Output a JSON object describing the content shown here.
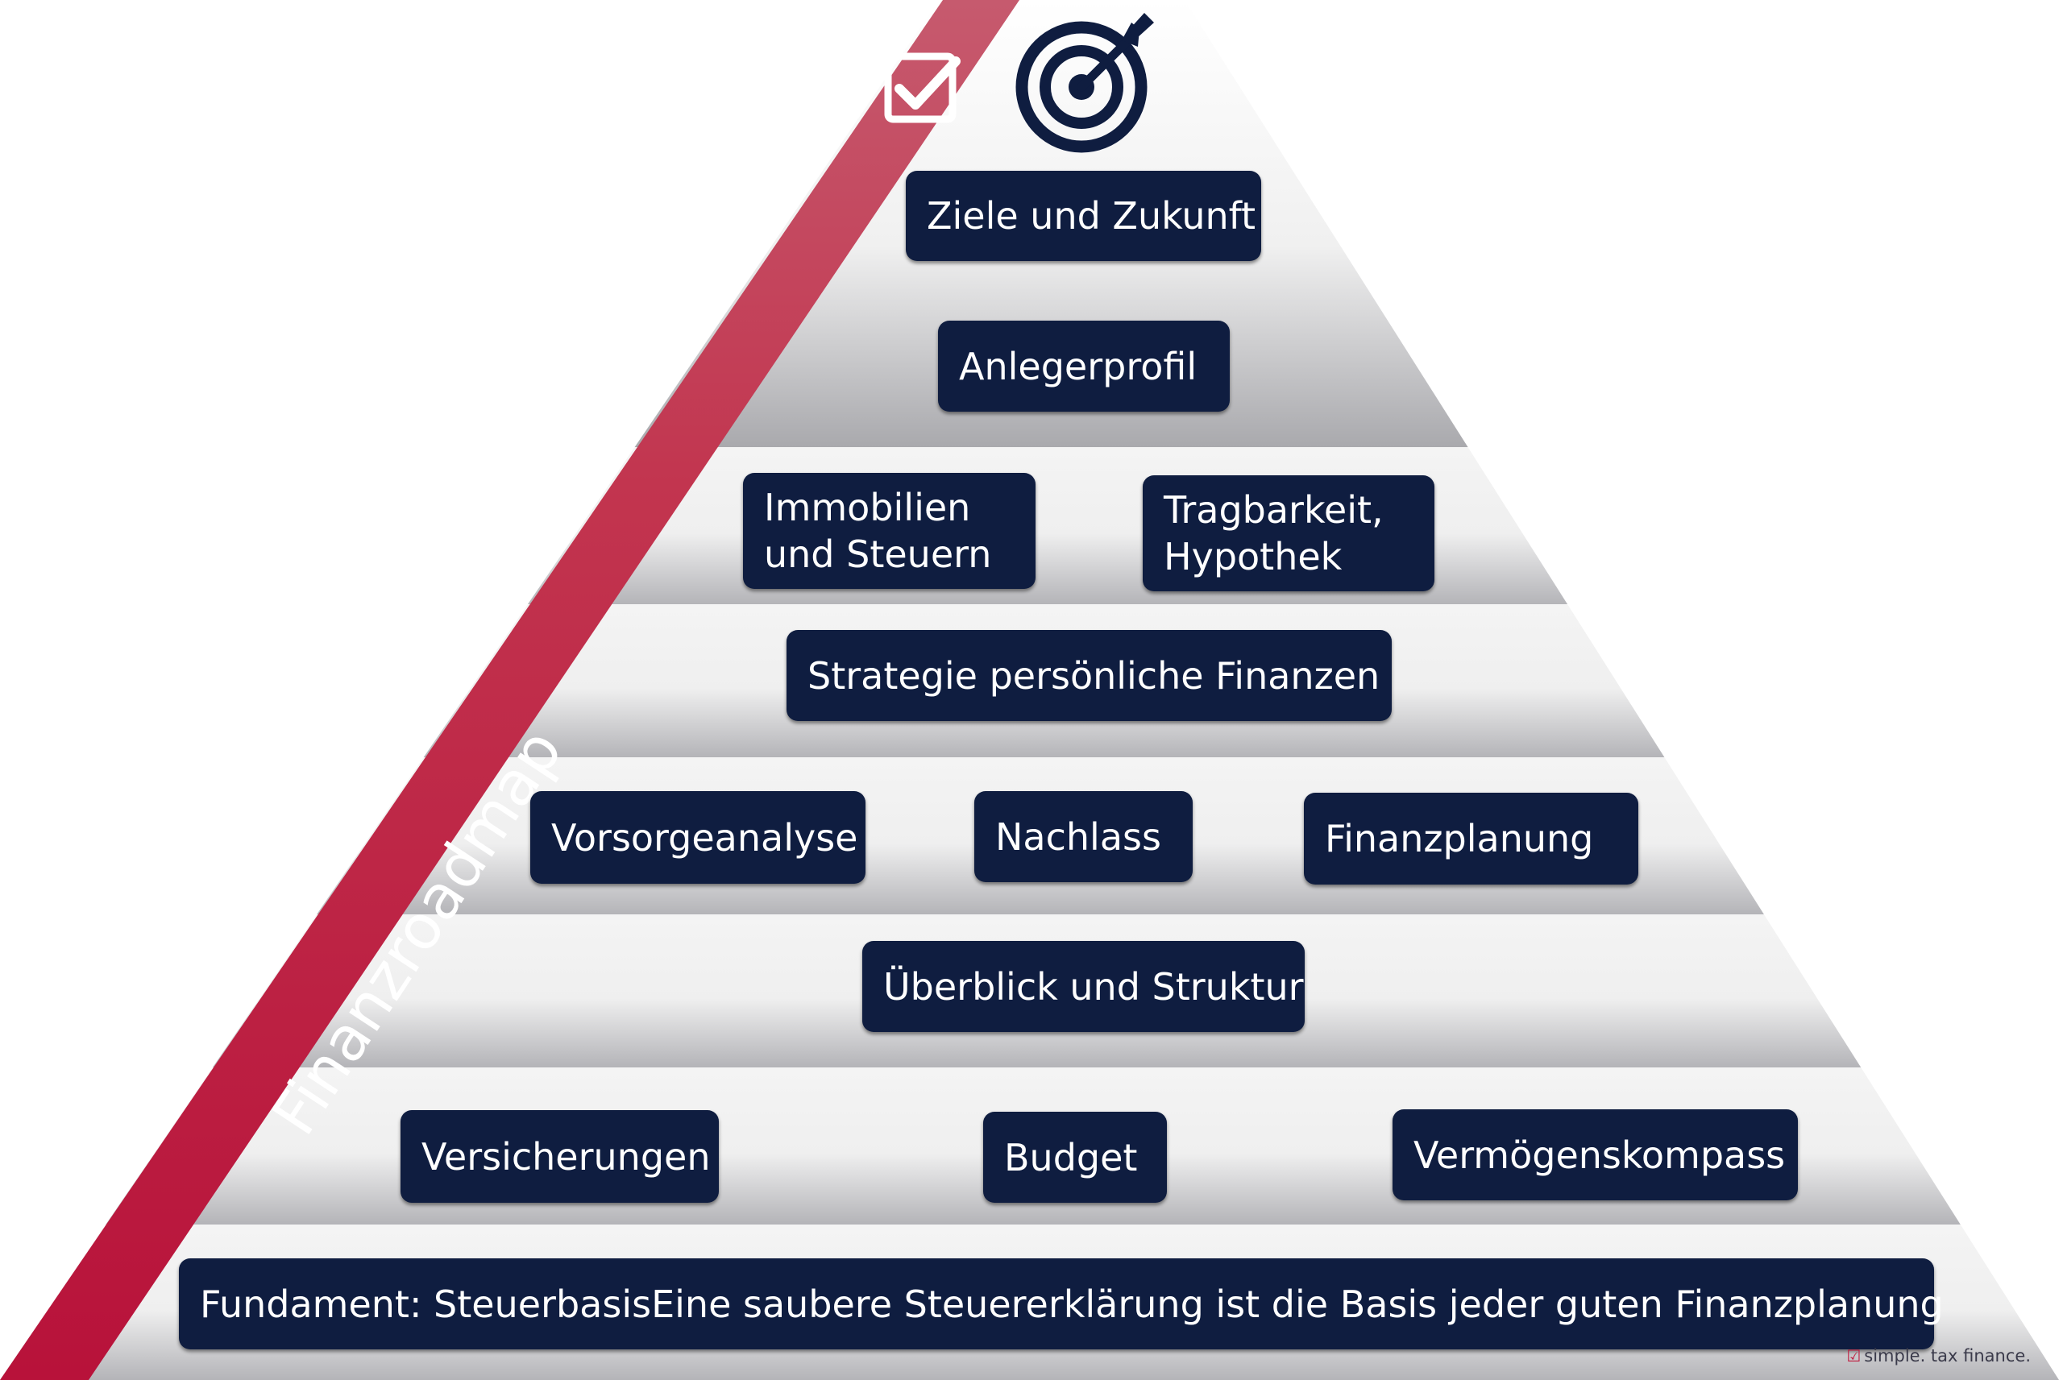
{
  "labels": {
    "roadmap": "Finanzroadmap"
  },
  "tiers": [
    {
      "id": "top",
      "boxes": [
        {
          "text": "Ziele und Zukunft"
        }
      ]
    },
    {
      "id": "tier2",
      "boxes": [
        {
          "text": "Anlegerprofil"
        }
      ]
    },
    {
      "id": "tier3",
      "boxes": [
        {
          "lines": [
            "Immobilien",
            "und Steuern"
          ]
        },
        {
          "lines": [
            "Tragbarkeit,",
            "Hypothek"
          ]
        },
        {
          "text": "Strategie persönliche Finanzen"
        }
      ]
    },
    {
      "id": "tier4",
      "boxes": [
        {
          "text": "Vorsorgeanalyse"
        },
        {
          "text": "Nachlass"
        },
        {
          "text": "Finanzplanung"
        },
        {
          "text": "Überblick und Struktur"
        }
      ]
    },
    {
      "id": "tier5",
      "boxes": [
        {
          "text": "Versicherungen"
        },
        {
          "text": "Budget"
        },
        {
          "text": "Vermögenskompass"
        }
      ]
    },
    {
      "id": "base",
      "boxes": [
        {
          "text": "Fundament: Steuerbasis"
        },
        {
          "text": "Eine saubere Steuererklärung ist die Basis jeder guten Finanzplanung"
        }
      ]
    }
  ],
  "icons": {
    "top_left": "checklist-icon",
    "top_right": "target-arrow-icon",
    "brand": "checkbox-icon"
  },
  "brand": {
    "text": "simple. tax finance."
  },
  "colors": {
    "box": "#0f1d40",
    "roadmap_band": "#c01a3e",
    "roadmap_band_light": "#c65a6e",
    "icon": "#0f1d40"
  }
}
